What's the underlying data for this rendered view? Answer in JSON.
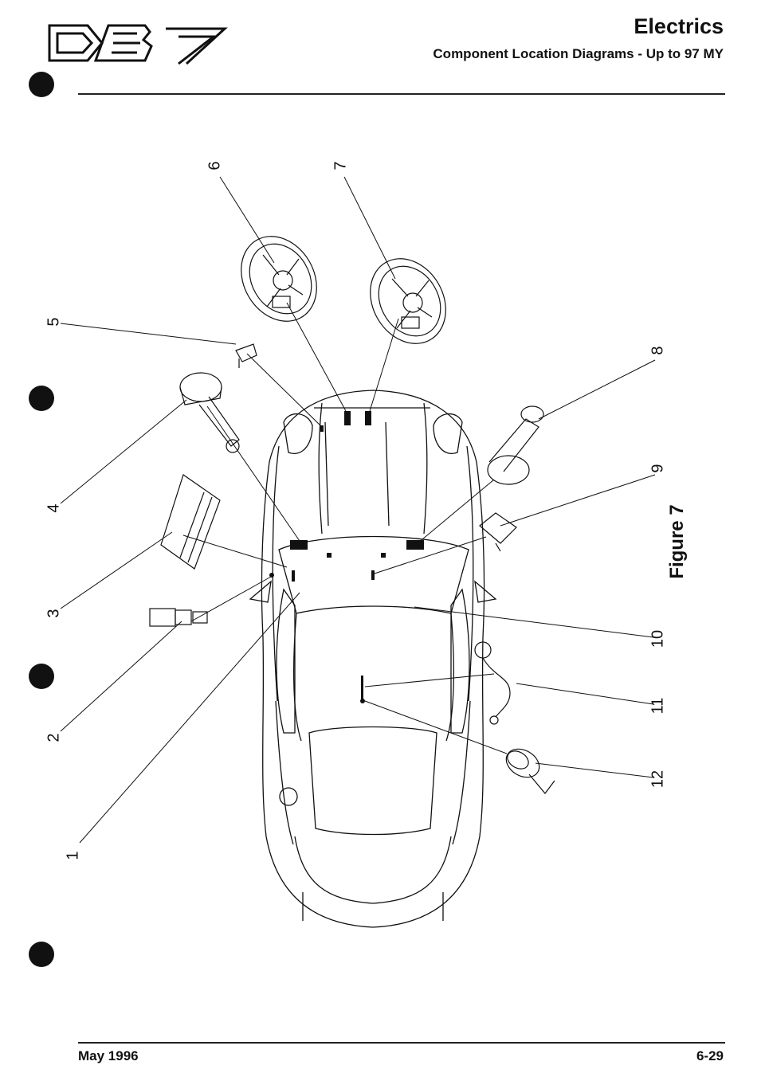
{
  "header": {
    "title": "Electrics",
    "subtitle": "Component Location Diagrams - Up to 97 MY",
    "logo_text": "DB7"
  },
  "figure": {
    "label": "Figure 7",
    "callouts": [
      "1",
      "2",
      "3",
      "4",
      "5",
      "6",
      "7",
      "8",
      "9",
      "10",
      "11",
      "12"
    ]
  },
  "footer": {
    "date": "May 1996",
    "page": "6-29"
  }
}
